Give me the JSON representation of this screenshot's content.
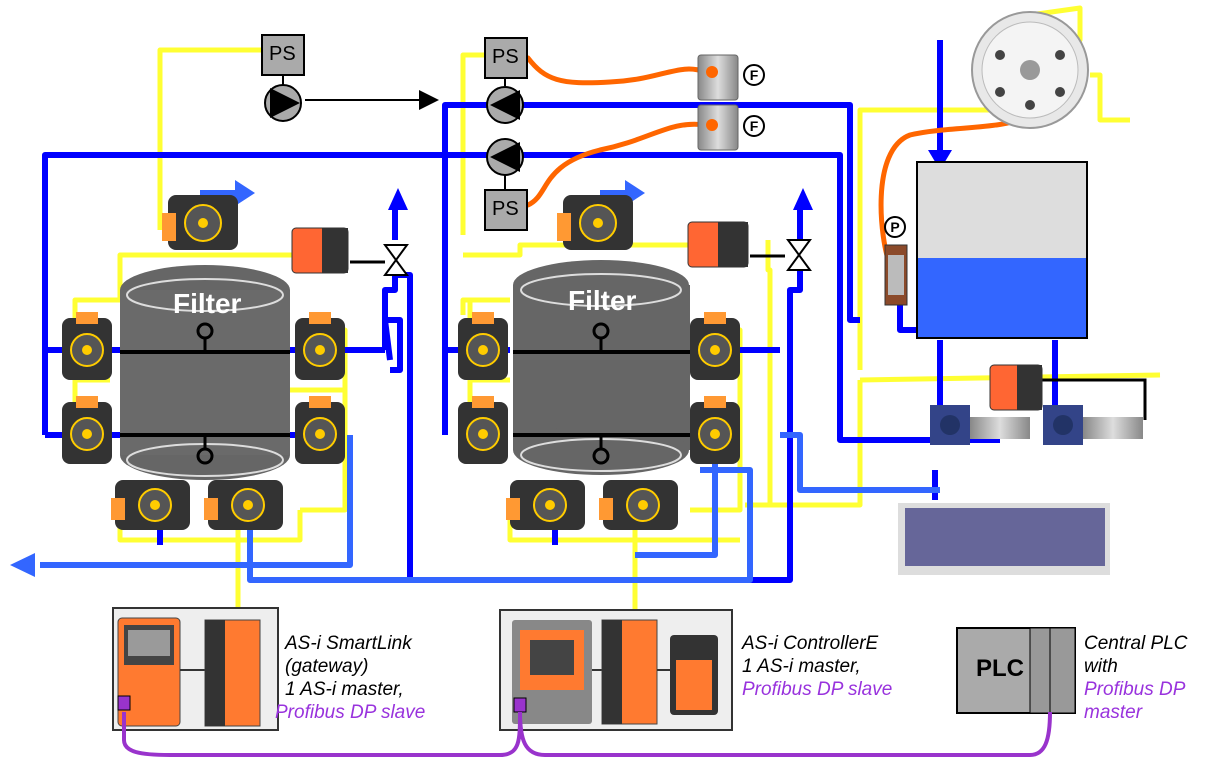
{
  "colors": {
    "signal_wire": "#ffff33",
    "process_pipe": "#0000ff",
    "drain_pipe": "#3366ff",
    "sensor_cable": "#ff6600",
    "profibus": "#9933cc",
    "tank_body": "#666666",
    "water": "#3366ff"
  },
  "tanks": [
    {
      "label": "Filter"
    },
    {
      "label": "Filter"
    }
  ],
  "pressure_switches": [
    {
      "label": "PS"
    },
    {
      "label": "PS"
    },
    {
      "label": "PS"
    }
  ],
  "flow_sensor_marks": [
    {
      "label": "F"
    },
    {
      "label": "F"
    }
  ],
  "pressure_sensor_mark": {
    "label": "P"
  },
  "plc": {
    "label": "PLC"
  },
  "gateway_caption": {
    "line1": "AS-i SmartLink",
    "line2": "(gateway)",
    "line3": "1 AS-i master,",
    "line4": "Profibus DP slave"
  },
  "controller_caption": {
    "line1": "AS-i ControllerE",
    "line2": "1 AS-i master,",
    "line3": "Profibus DP slave"
  },
  "plc_caption": {
    "line1": "Central PLC",
    "line2": "with",
    "line3": "Profibus DP",
    "line4": "master"
  },
  "icons": [
    "valve-actuator-icon",
    "as-i-module-icon",
    "pump-icon",
    "butterfly-valve-icon",
    "flow-sensor-icon",
    "level-sensor-icon",
    "gate-valve-icon",
    "flow-arrow-icon"
  ]
}
